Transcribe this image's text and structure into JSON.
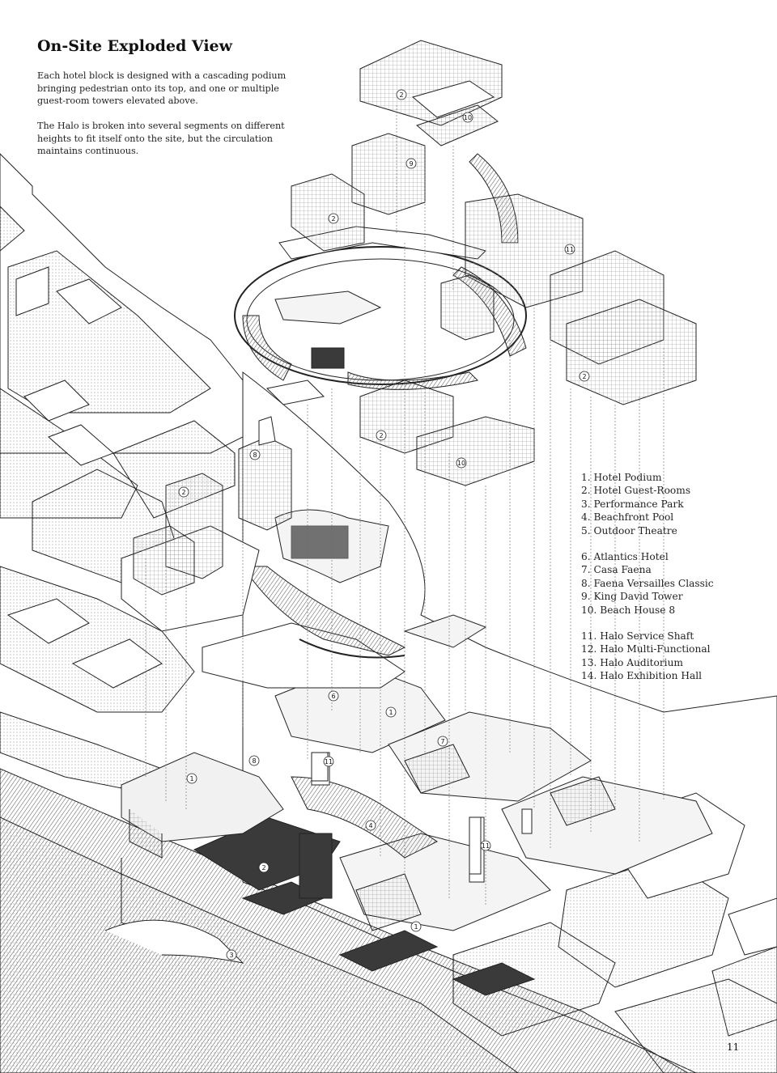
{
  "header": {
    "title": "On-Site Exploded View",
    "paragraph1": "Each hotel block is designed with a cascading podium bringing pedestrian onto its top, and one or multiple guest-room towers elevated above.",
    "paragraph2": "The Halo is broken into several segments on different heights to fit itself onto the site, but the circulation maintains continuous."
  },
  "legend": {
    "groups": [
      [
        "1. Hotel Podium",
        "2. Hotel Guest-Rooms",
        "3. Performance Park",
        "4. Beachfront Pool",
        "5. Outdoor Theatre"
      ],
      [
        "6. Atlantics Hotel",
        "7. Casa Faena",
        "8. Faena Versailles Classic",
        "9. King David Tower",
        "10. Beach House 8"
      ],
      [
        "11. Halo Service Shaft",
        "12. Halo Multi-Functional",
        "13. Halo Auditorium",
        "14. Halo Exhibition Hall"
      ]
    ]
  },
  "markers": [
    "2",
    "10",
    "9",
    "2",
    "11",
    "2",
    "2",
    "10",
    "8",
    "2",
    "6",
    "1",
    "7",
    "1",
    "8",
    "11",
    "4",
    "2",
    "11",
    "1",
    "3"
  ],
  "page_number": "11",
  "colors": {
    "ink": "#111111",
    "fill_dark": "#3a3a3a",
    "fill_mid": "#bdbdbd",
    "fill_light": "#ececec",
    "paper": "#ffffff"
  }
}
